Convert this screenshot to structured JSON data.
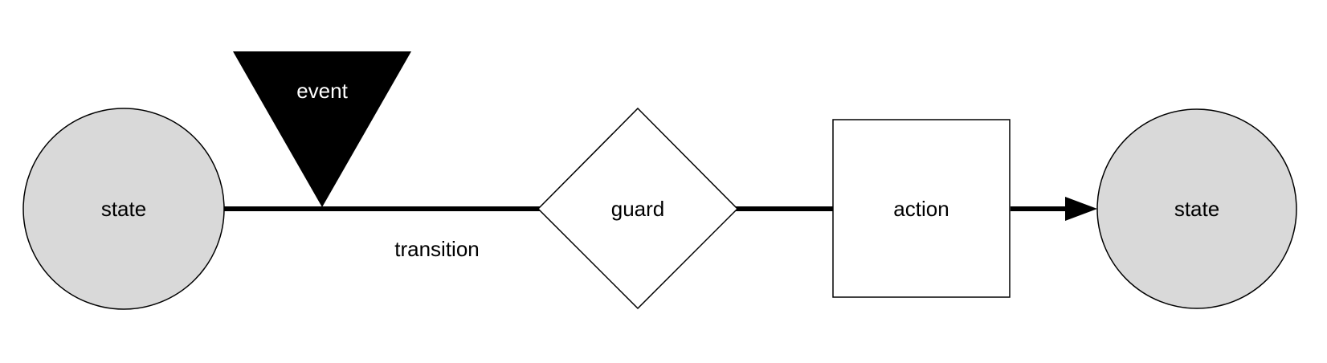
{
  "colors": {
    "background": "#ffffff",
    "state_fill": "#d9d9d9",
    "stroke": "#000000",
    "event_fill": "#000000",
    "event_text": "#ffffff",
    "text": "#000000"
  },
  "nodes": {
    "state_start": {
      "label": "state"
    },
    "event": {
      "label": "event"
    },
    "guard": {
      "label": "guard"
    },
    "action": {
      "label": "action"
    },
    "state_end": {
      "label": "state"
    }
  },
  "edges": {
    "transition": {
      "label": "transition"
    }
  }
}
